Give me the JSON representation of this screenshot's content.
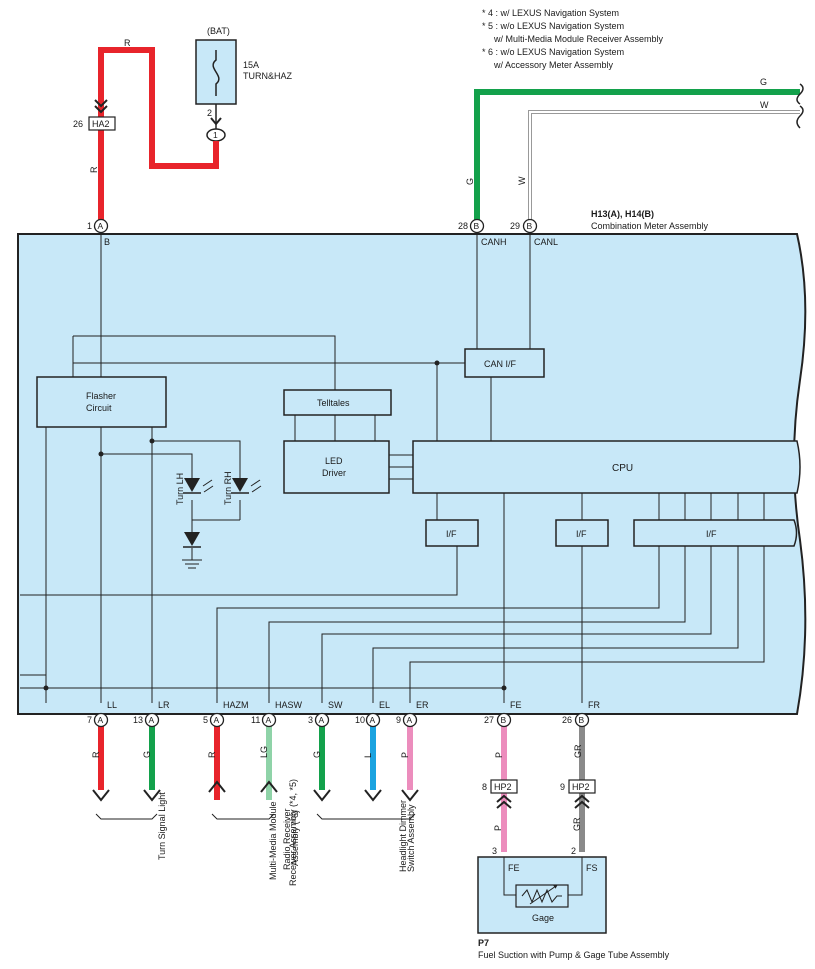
{
  "legend": [
    "* 4 : w/ LEXUS Navigation System",
    "* 5 : w/o LEXUS Navigation System",
    "w/ Multi-Media Module Receiver Assembly",
    "* 6 : w/o LEXUS Navigation System",
    "w/ Accessory Meter Assembly"
  ],
  "fuse": {
    "source": "(BAT)",
    "rating": "15A",
    "name": "TURN&HAZ",
    "pin_top": "2",
    "pin_conn": "1"
  },
  "connector_ha2": {
    "pin": "26",
    "label": "HA2"
  },
  "meter": {
    "ref": "H13(A), H14(B)",
    "name": "Combination Meter Assembly"
  },
  "blocks": {
    "flasher_l1": "Flasher",
    "flasher_l2": "Circuit",
    "telltales": "Telltales",
    "led_l1": "LED",
    "led_l2": "Driver",
    "can_if": "CAN I/F",
    "cpu": "CPU",
    "if1": "I/F",
    "if2": "I/F",
    "if3": "I/F",
    "turn_lh": "Turn LH",
    "turn_rh": "Turn RH"
  },
  "top_pins": [
    {
      "num": "1",
      "conn": "A",
      "sig": "B"
    },
    {
      "num": "28",
      "conn": "B",
      "sig": "CANH"
    },
    {
      "num": "29",
      "conn": "B",
      "sig": "CANL"
    }
  ],
  "top_wires": {
    "r1": "R",
    "r2": "R",
    "g1": "G",
    "g2": "G",
    "w1": "W",
    "w2": "W"
  },
  "bottom_pins": [
    {
      "num": "7",
      "conn": "A",
      "sig": "LL",
      "wire": "R"
    },
    {
      "num": "13",
      "conn": "A",
      "sig": "LR",
      "wire": "G"
    },
    {
      "num": "5",
      "conn": "A",
      "sig": "HAZM",
      "wire": "R"
    },
    {
      "num": "11",
      "conn": "A",
      "sig": "HASW",
      "wire": "LG"
    },
    {
      "num": "3",
      "conn": "A",
      "sig": "SW",
      "wire": "G"
    },
    {
      "num": "10",
      "conn": "A",
      "sig": "EL",
      "wire": "L"
    },
    {
      "num": "9",
      "conn": "A",
      "sig": "ER",
      "wire": "P"
    },
    {
      "num": "27",
      "conn": "B",
      "sig": "FE",
      "wire": "P"
    },
    {
      "num": "26",
      "conn": "B",
      "sig": "FR",
      "wire": "GR"
    }
  ],
  "hp2": [
    {
      "num": "8",
      "label": "HP2",
      "wire": "P"
    },
    {
      "num": "9",
      "label": "HP2",
      "wire": "GR"
    }
  ],
  "destinations": {
    "turn_signal": "Turn Signal Light",
    "mmm_l1": "Multi-Media Module",
    "mmm_l2": "Receiver Assembly (*4, *5)",
    "mmm_l3": "Radio Receiver",
    "mmm_l4": "Assembly (*6)",
    "hds_l1": "Headlight Dimmer",
    "hds_l2": "Switch Assembly"
  },
  "gage": {
    "ref": "P7",
    "name": "Fuel Suction with Pump & Gage Tube Assembly",
    "pin_fe": "3",
    "sig_fe": "FE",
    "pin_fs": "2",
    "sig_fs": "FS",
    "label": "Gage"
  },
  "colors": {
    "red": "#e8242b",
    "green": "#13a14b",
    "blue": "#1ba3e0",
    "pink": "#ec8dbd",
    "lightgreen": "#8fd3a8",
    "gray": "#8a8a8a",
    "panel": "#c8e8f8"
  }
}
